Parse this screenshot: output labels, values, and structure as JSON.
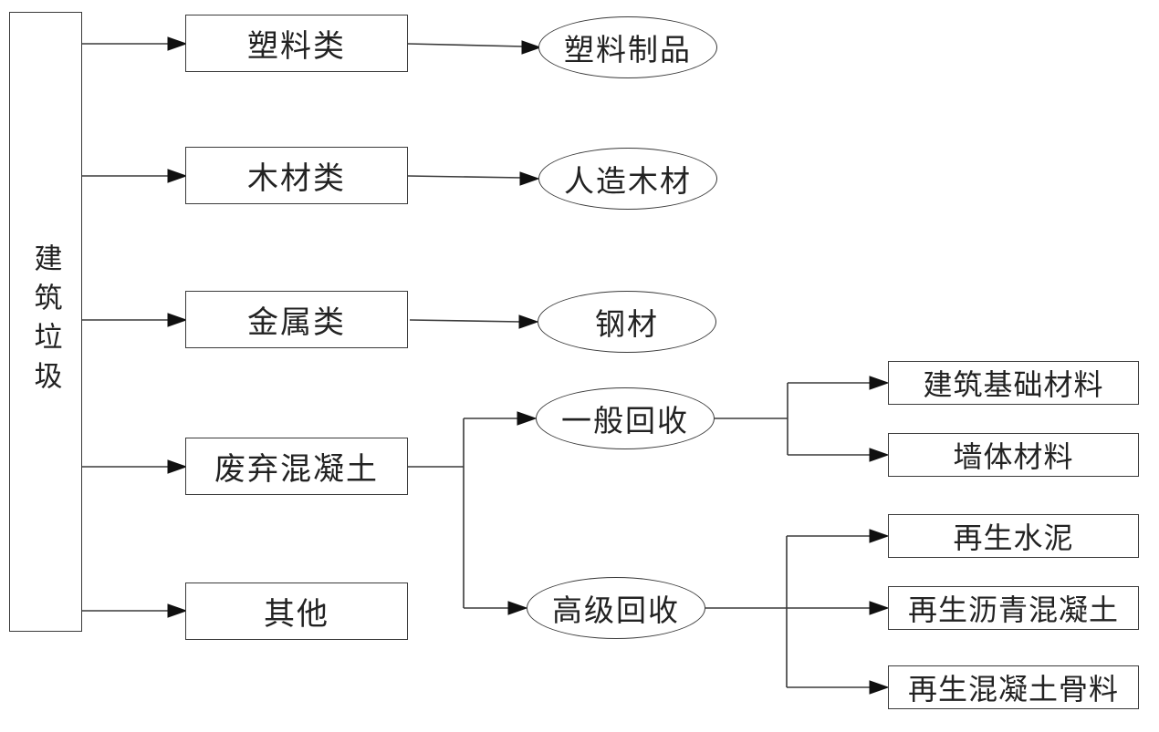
{
  "diagram": {
    "type": "flowchart",
    "direction": "left-to-right",
    "colors": {
      "background": "#ffffff",
      "line": "#3a3a3a",
      "arrow": "#101010",
      "node_fill": "#ffffff",
      "text": "#222222"
    },
    "root": {
      "id": "construction-waste",
      "label": "建筑垃圾",
      "shape": "rect"
    },
    "categories": [
      {
        "id": "plastics",
        "label": "塑料类",
        "shape": "rect"
      },
      {
        "id": "wood",
        "label": "木材类",
        "shape": "rect"
      },
      {
        "id": "metal",
        "label": "金属类",
        "shape": "rect"
      },
      {
        "id": "waste-concrete",
        "label": "废弃混凝土",
        "shape": "rect"
      },
      {
        "id": "other",
        "label": "其他",
        "shape": "rect"
      }
    ],
    "products": [
      {
        "id": "plastic-products",
        "label": "塑料制品",
        "shape": "ellipse",
        "source": "plastics"
      },
      {
        "id": "artificial-wood",
        "label": "人造木材",
        "shape": "ellipse",
        "source": "wood"
      },
      {
        "id": "steel",
        "label": "钢材",
        "shape": "ellipse",
        "source": "metal"
      }
    ],
    "recycling": [
      {
        "id": "general-recycling",
        "label": "一般回收",
        "shape": "ellipse",
        "source": "waste-concrete",
        "outputs": [
          {
            "id": "foundation-material",
            "label": "建筑基础材料",
            "shape": "rect"
          },
          {
            "id": "wall-material",
            "label": "墙体材料",
            "shape": "rect"
          }
        ]
      },
      {
        "id": "advanced-recycling",
        "label": "高级回收",
        "shape": "ellipse",
        "source": "waste-concrete",
        "outputs": [
          {
            "id": "recycled-cement",
            "label": "再生水泥",
            "shape": "rect"
          },
          {
            "id": "recycled-asphalt-concrete",
            "label": "再生沥青混凝土",
            "shape": "rect"
          },
          {
            "id": "recycled-concrete-aggregate",
            "label": "再生混凝土骨料",
            "shape": "rect"
          }
        ]
      }
    ],
    "edges": [
      [
        "construction-waste",
        "plastics"
      ],
      [
        "construction-waste",
        "wood"
      ],
      [
        "construction-waste",
        "metal"
      ],
      [
        "construction-waste",
        "waste-concrete"
      ],
      [
        "construction-waste",
        "other"
      ],
      [
        "plastics",
        "plastic-products"
      ],
      [
        "wood",
        "artificial-wood"
      ],
      [
        "metal",
        "steel"
      ],
      [
        "waste-concrete",
        "general-recycling"
      ],
      [
        "waste-concrete",
        "advanced-recycling"
      ],
      [
        "general-recycling",
        "foundation-material"
      ],
      [
        "general-recycling",
        "wall-material"
      ],
      [
        "advanced-recycling",
        "recycled-cement"
      ],
      [
        "advanced-recycling",
        "recycled-asphalt-concrete"
      ],
      [
        "advanced-recycling",
        "recycled-concrete-aggregate"
      ]
    ]
  }
}
